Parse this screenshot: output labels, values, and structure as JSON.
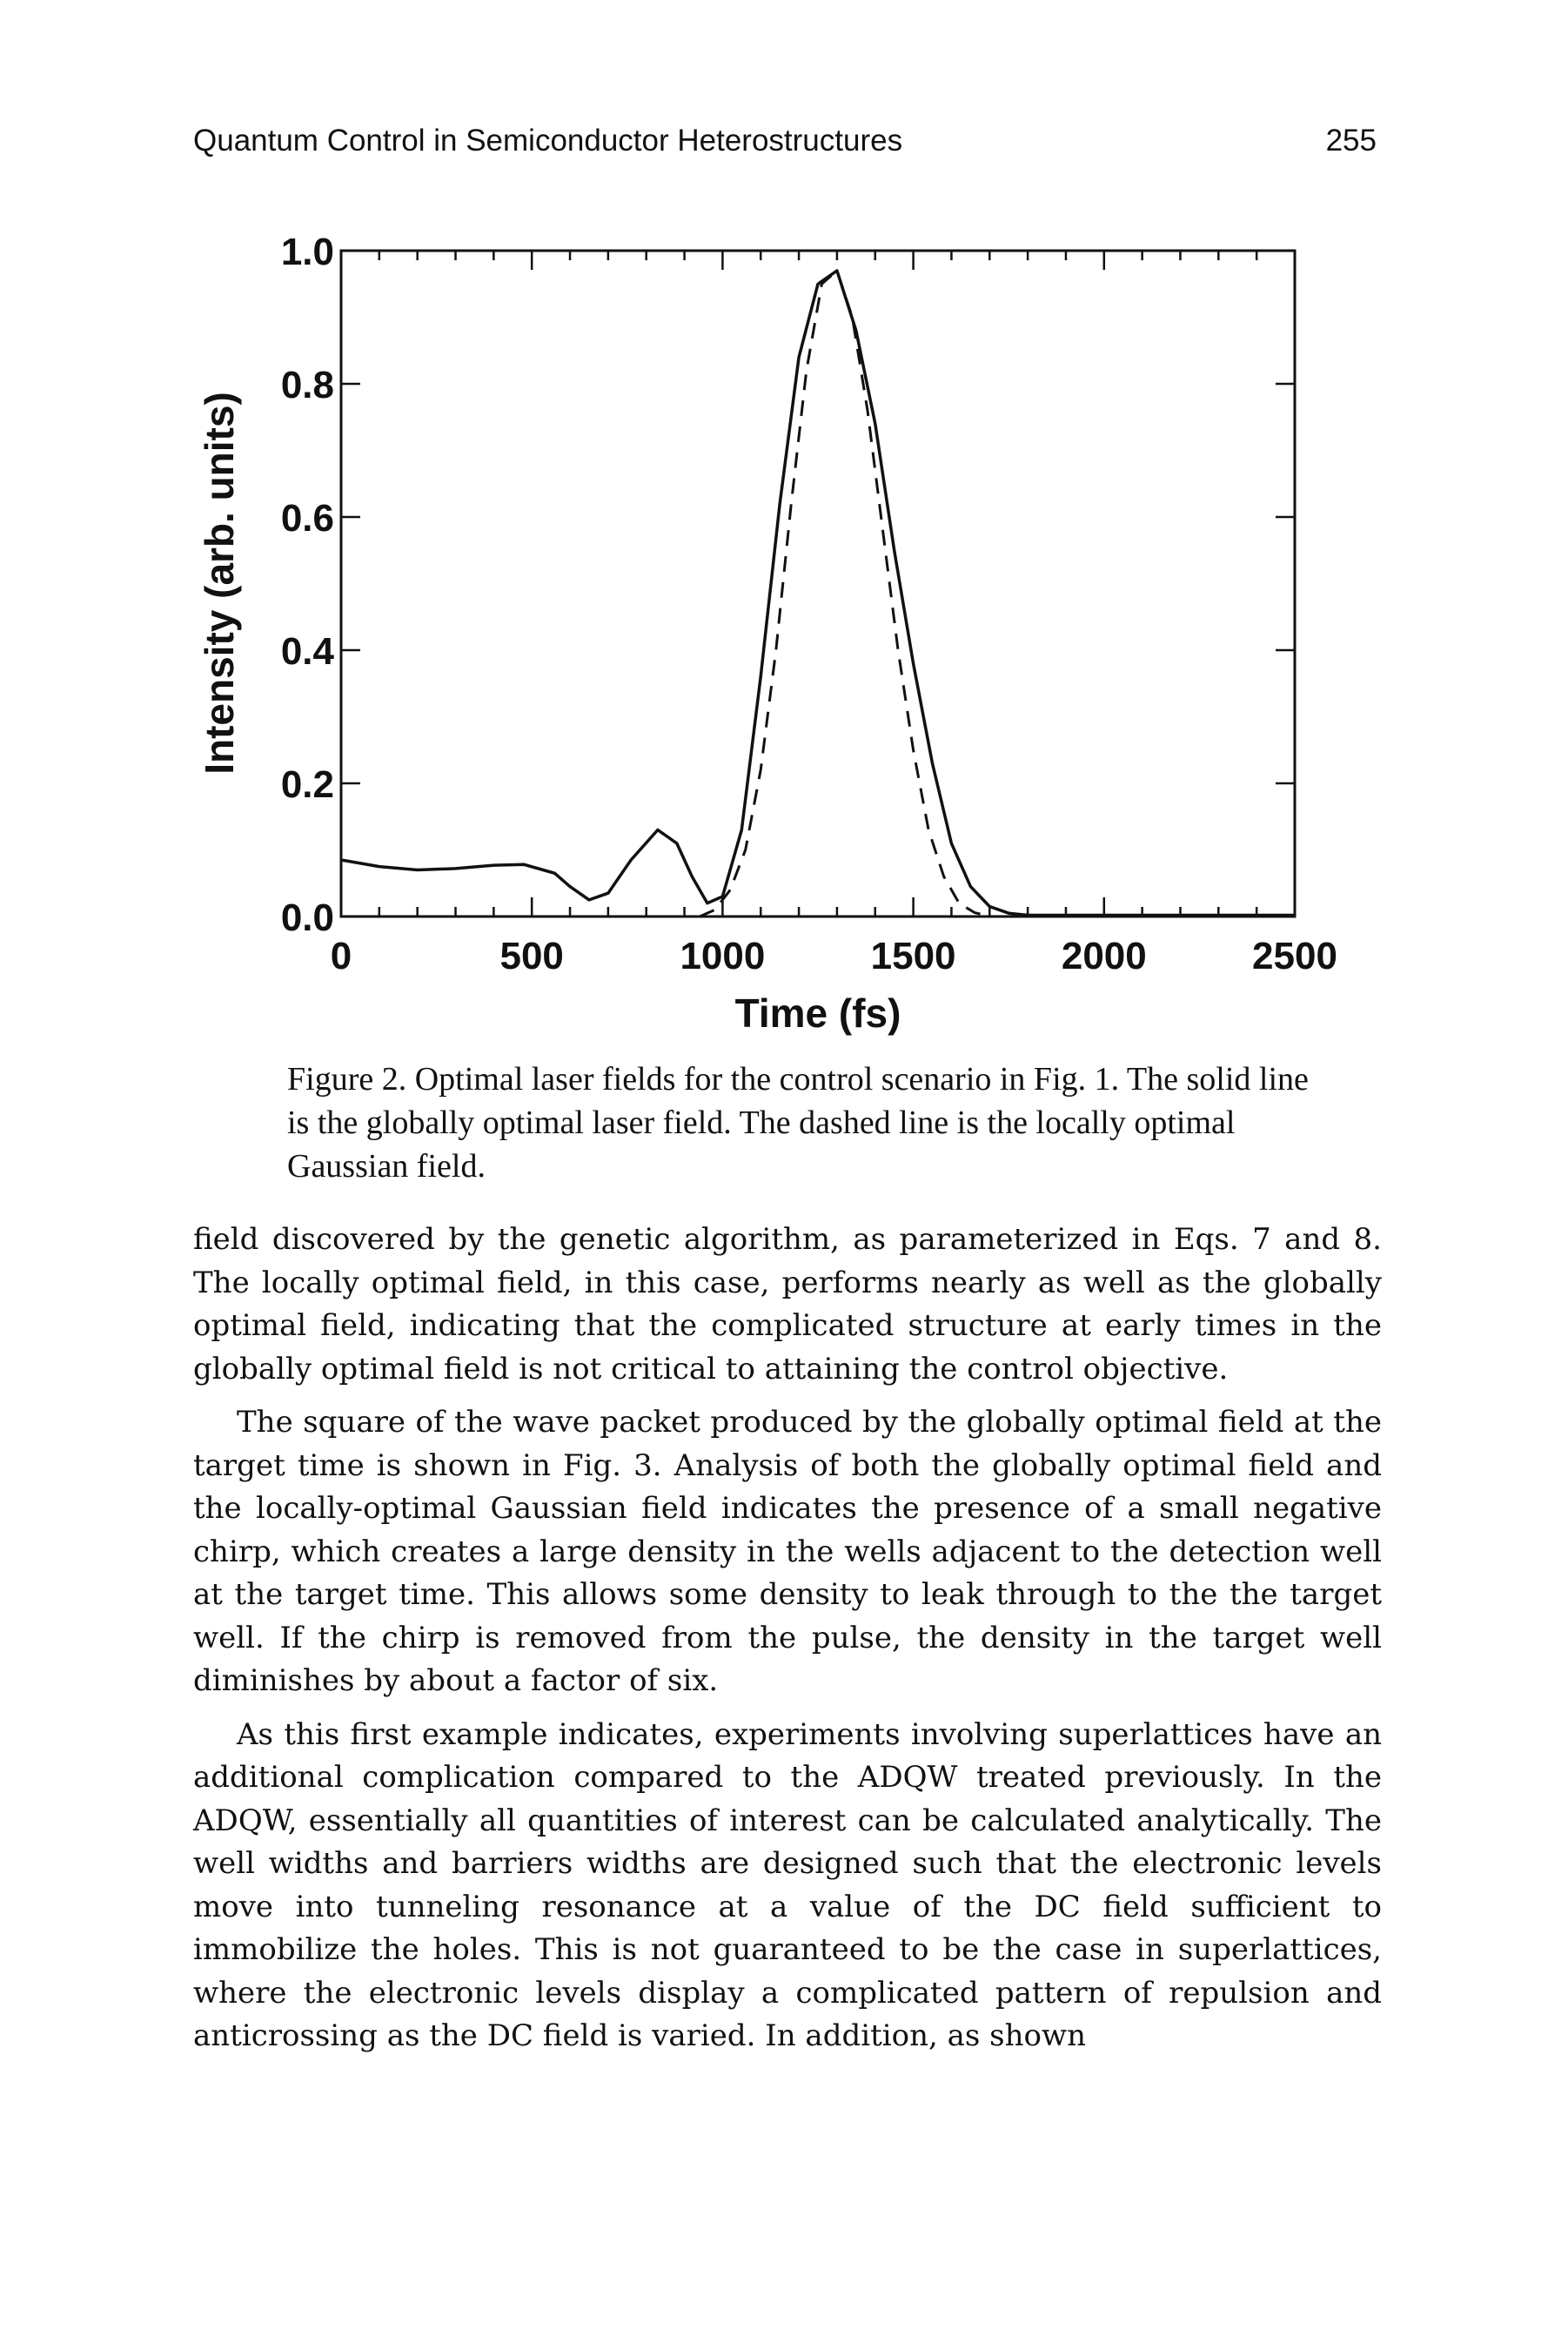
{
  "header": {
    "title": "Quantum Control in Semiconductor Heterostructures",
    "page_number": "255"
  },
  "figure": {
    "caption": "Figure 2. Optimal laser fields for the control scenario in Fig. 1. The solid line is the globally optimal laser field. The dashed line is the locally optimal Gaussian field."
  },
  "chart_data": {
    "type": "line",
    "title": "",
    "xlabel": "Time (fs)",
    "ylabel": "Intensity (arb. units)",
    "xlim": [
      0,
      2500
    ],
    "ylim": [
      0,
      1.0
    ],
    "x_ticks": [
      "0",
      "500",
      "1000",
      "1500",
      "2000",
      "2500"
    ],
    "y_ticks": [
      "0.0",
      "0.2",
      "0.4",
      "0.6",
      "0.8",
      "1.0"
    ],
    "grid": false,
    "legend": "none",
    "series": [
      {
        "style": "solid",
        "x": [
          0,
          100,
          200,
          300,
          400,
          480,
          560,
          600,
          650,
          700,
          760,
          830,
          880,
          920,
          960,
          1000,
          1050,
          1100,
          1150,
          1200,
          1250,
          1300,
          1350,
          1400,
          1450,
          1500,
          1550,
          1600,
          1650,
          1700,
          1750,
          1800,
          1850,
          1900,
          1950,
          2000,
          2100,
          2200,
          2300,
          2400,
          2500
        ],
        "y": [
          0.085,
          0.075,
          0.07,
          0.072,
          0.077,
          0.078,
          0.065,
          0.045,
          0.025,
          0.035,
          0.085,
          0.13,
          0.11,
          0.06,
          0.02,
          0.03,
          0.13,
          0.36,
          0.62,
          0.84,
          0.95,
          0.97,
          0.88,
          0.74,
          0.55,
          0.38,
          0.23,
          0.11,
          0.045,
          0.015,
          0.005,
          0.002,
          0.002,
          0.002,
          0.002,
          0.002,
          0.002,
          0.002,
          0.002,
          0.002,
          0.002
        ]
      },
      {
        "style": "dashed",
        "x": [
          940,
          980,
          1020,
          1060,
          1100,
          1140,
          1180,
          1220,
          1260,
          1300,
          1340,
          1380,
          1420,
          1460,
          1500,
          1540,
          1580,
          1620,
          1660,
          1700
        ],
        "y": [
          0.0,
          0.01,
          0.04,
          0.1,
          0.22,
          0.4,
          0.62,
          0.82,
          0.95,
          0.97,
          0.9,
          0.76,
          0.58,
          0.4,
          0.25,
          0.13,
          0.06,
          0.02,
          0.006,
          0.0
        ]
      }
    ]
  },
  "body": {
    "p1": "field discovered by the genetic algorithm, as parameterized in Eqs. 7 and 8. The locally optimal field, in this case, performs nearly as well as the globally optimal field, indicating that the complicated structure at early times in the globally optimal field is not critical to attaining the control objective.",
    "p2": "The square of the wave packet produced by the globally optimal field at the target time is shown in Fig. 3. Analysis of both the globally optimal field and the locally-optimal Gaussian field indicates the presence of a small negative chirp, which creates a large density in the wells adjacent to the detection well at the target time. This allows some density to leak through to the the target well. If the chirp is removed from the pulse, the density in the target well diminishes by about a factor of six.",
    "p3": "As this first example indicates, experiments involving superlattices have an additional complication compared to the ADQW treated previously. In the ADQW, essentially all quantities of interest can be calculated analytically. The well widths and barriers widths are designed such that the electronic levels move into tunneling resonance at a value of the DC field sufficient to immobilize the holes. This is not guaranteed to be the case in superlattices, where the electronic levels display a complicated pattern of repulsion and anticrossing as the DC field is varied. In addition, as shown"
  }
}
